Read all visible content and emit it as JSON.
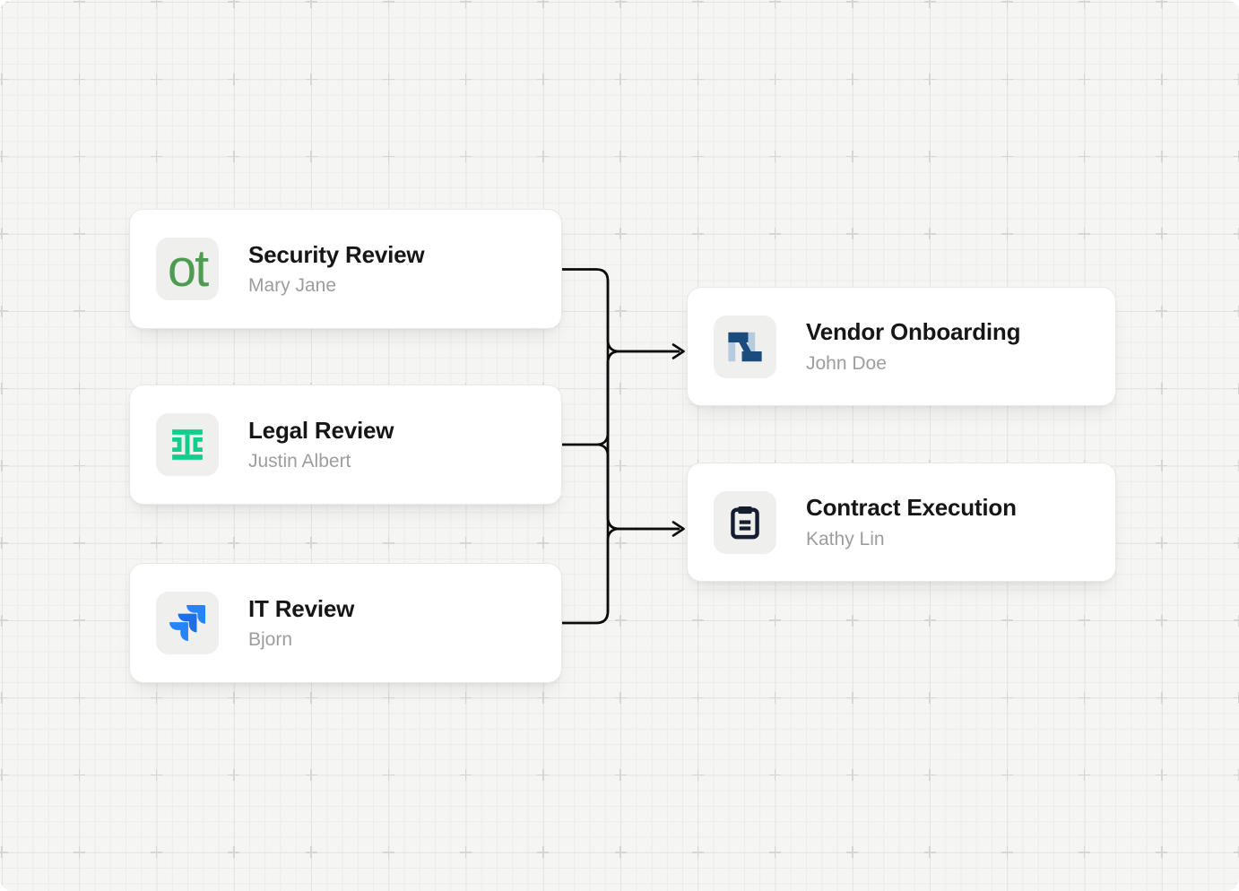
{
  "diagram": {
    "nodes": [
      {
        "id": "security-review",
        "title": "Security Review",
        "assignee": "Mary Jane",
        "icon": "onetrust-icon",
        "icon_text": "ot",
        "brand_color": "#4e9b52"
      },
      {
        "id": "legal-review",
        "title": "Legal Review",
        "assignee": "Justin Albert",
        "icon": "ironclad-icon",
        "brand_color": "#12ce8c"
      },
      {
        "id": "it-review",
        "title": "IT Review",
        "assignee": "Bjorn",
        "icon": "jira-icon",
        "brand_color": "#2684ff"
      },
      {
        "id": "vendor-onboarding",
        "title": "Vendor Onboarding",
        "assignee": "John Doe",
        "icon": "netsuite-icon",
        "brand_color": "#1c4b7e"
      },
      {
        "id": "contract-execution",
        "title": "Contract Execution",
        "assignee": "Kathy Lin",
        "icon": "clipboard-icon",
        "brand_color": "#151e31"
      }
    ],
    "edges": [
      {
        "from": "security-review",
        "to": "vendor-onboarding"
      },
      {
        "from": "security-review",
        "to": "contract-execution"
      },
      {
        "from": "legal-review",
        "to": "vendor-onboarding"
      },
      {
        "from": "legal-review",
        "to": "contract-execution"
      },
      {
        "from": "it-review",
        "to": "vendor-onboarding"
      },
      {
        "from": "it-review",
        "to": "contract-execution"
      }
    ],
    "colors": {
      "background": "#f5f5f3",
      "card": "#ffffff",
      "icon_tile": "#efefee",
      "title_text": "#161616",
      "assignee_text": "#9d9d9d",
      "connector": "#0b0b0b"
    }
  }
}
